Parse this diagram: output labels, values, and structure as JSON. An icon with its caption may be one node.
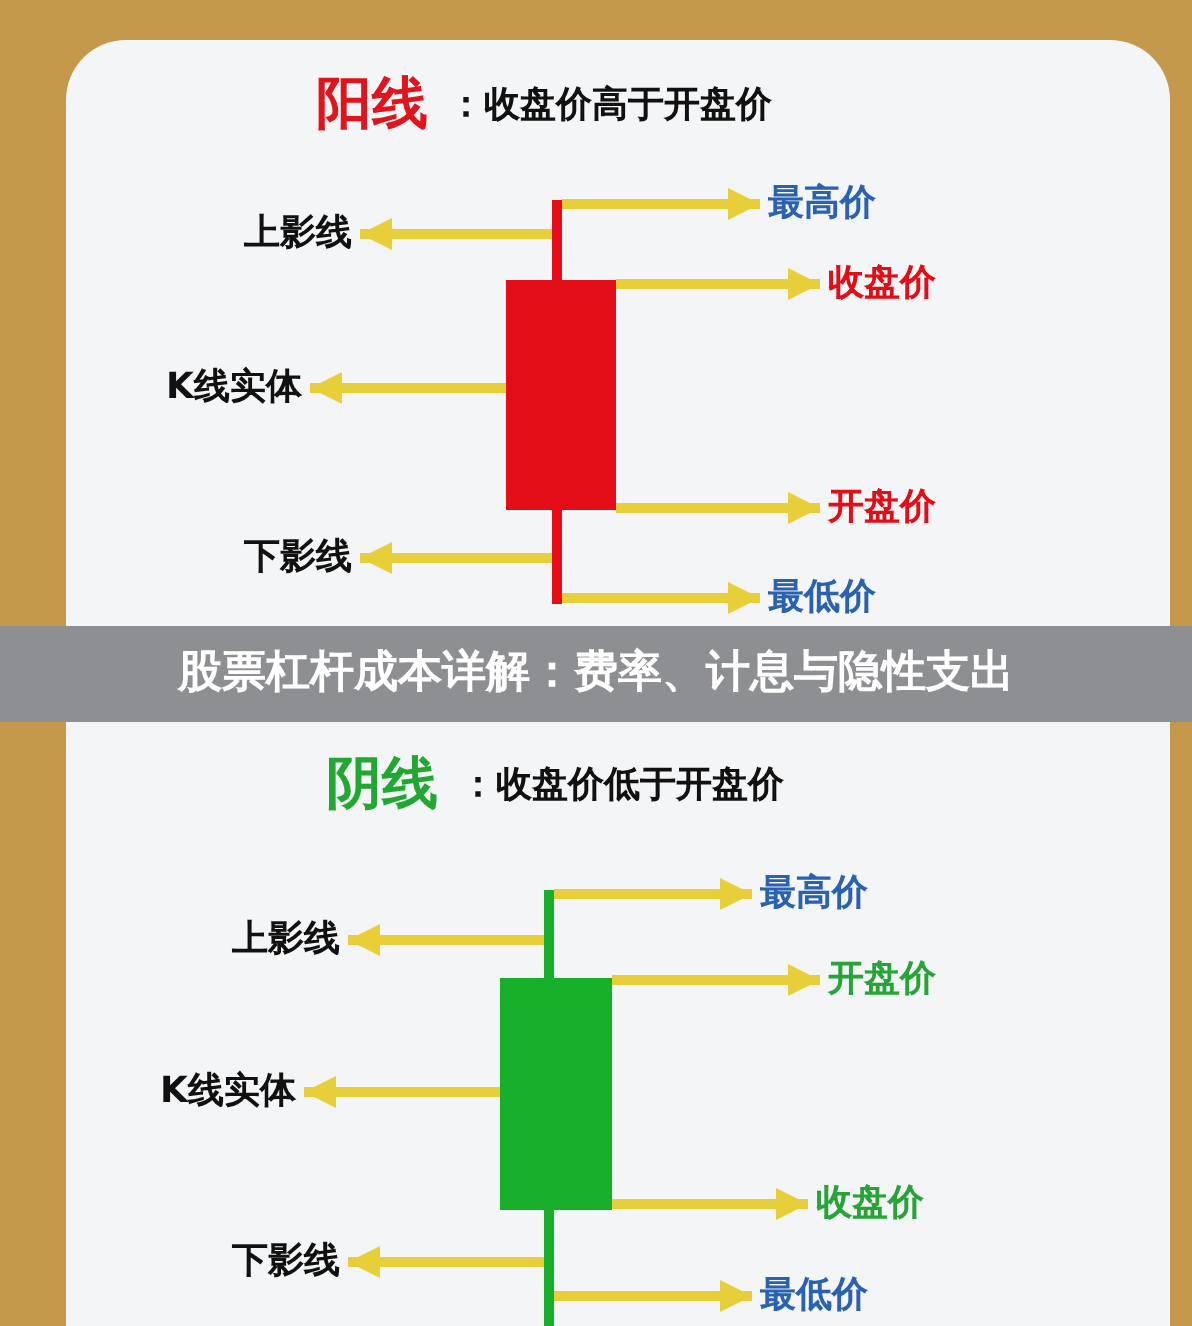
{
  "diagram": {
    "title": "股票杠杆成本详解：费率、计息与隐性支出",
    "nodes": [
      {
        "text": [],
        "shape": "bar"
      },
      {
        "text": [],
        "shape": "bar"
      },
      {
        "text": [],
        "shape": "bar"
      },
      {
        "text": [
          "上影线"
        ]
      },
      {
        "text": [
          "K线实体"
        ]
      },
      {
        "text": [
          "下影线"
        ]
      },
      {
        "text": [
          "最高价"
        ]
      },
      {
        "text": [
          "收盘价"
        ]
      },
      {
        "text": [
          "开盘价"
        ]
      },
      {
        "text": [
          "最低价"
        ]
      },
      {
        "text": [],
        "shape": "bar"
      },
      {
        "text": [],
        "shape": "bar"
      },
      {
        "text": [],
        "shape": "bar"
      },
      {
        "text": [
          "上影线"
        ]
      },
      {
        "text": [
          "K线实体"
        ]
      },
      {
        "text": [
          "下影线"
        ]
      },
      {
        "text": [
          "最高价"
        ]
      },
      {
        "text": [
          "开盘价"
        ]
      },
      {
        "text": [
          "收盘价"
        ]
      },
      {
        "text": [
          "最低价"
        ]
      }
    ],
    "edges": [
      {
        "from": 0,
        "to": 6,
        "arrow": "to"
      },
      {
        "from": 0,
        "to": 3,
        "arrow": "to"
      },
      {
        "from": 1,
        "to": 7,
        "arrow": "to"
      },
      {
        "from": 1,
        "to": 4,
        "arrow": "to"
      },
      {
        "from": 1,
        "to": 8,
        "arrow": "to"
      },
      {
        "from": 2,
        "to": 5,
        "arrow": "to"
      },
      {
        "from": 2,
        "to": 9,
        "arrow": "to"
      },
      {
        "from": 10,
        "to": 16,
        "arrow": "to"
      },
      {
        "from": 10,
        "to": 13,
        "arrow": "to"
      },
      {
        "from": 11,
        "to": 17,
        "arrow": "to"
      },
      {
        "from": 11,
        "to": 14,
        "arrow": "to"
      },
      {
        "from": 11,
        "to": 18,
        "arrow": "to"
      },
      {
        "from": 12,
        "to": 15,
        "arrow": "to"
      },
      {
        "from": 12,
        "to": 19,
        "arrow": "to"
      }
    ],
    "labels": [
      "阳线",
      "：收盘价高于开盘价",
      "阴线",
      "：收盘价低于开盘价"
    ]
  }
}
